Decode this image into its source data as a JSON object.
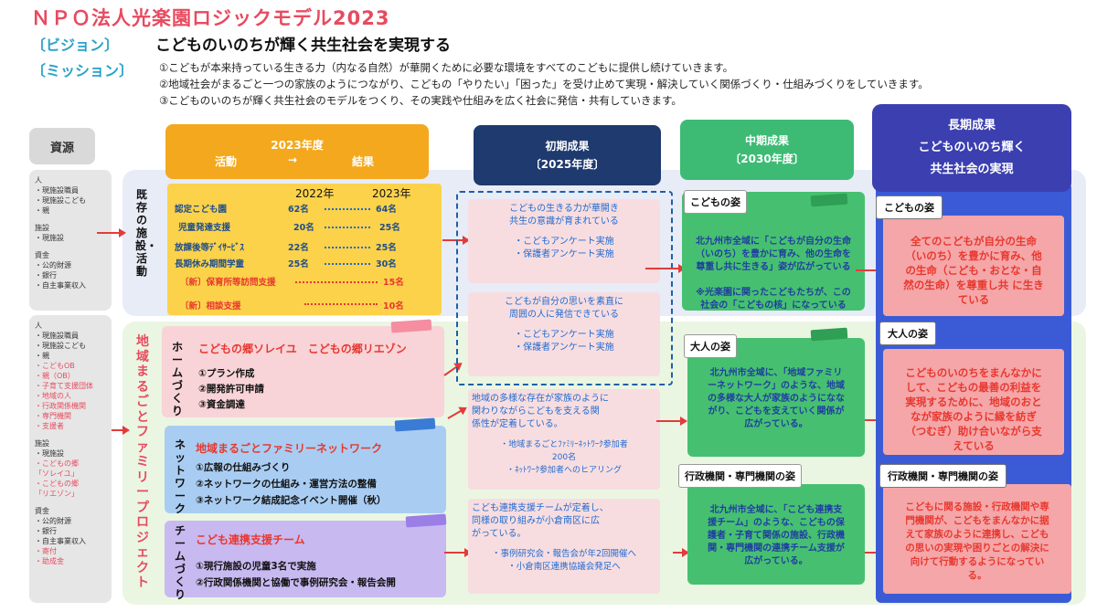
{
  "title": "ＮＰＯ法人光楽園ロジックモデル2023",
  "vision": {
    "label": "〔ビジョン〕",
    "text": "こどものいのちが輝く共生社会を実現する"
  },
  "mission": {
    "label": "〔ミッション〕",
    "lines": [
      "①こどもが本来持っている生きる力（内なる自然）が華開くために必要な環境をすべてのこどもに提供し続けていきます。",
      "②地域社会がまるごと一つの家族のようにつながり、こどもの「やりたい」「困った」を受け止めて実現・解決していく関係づくり・仕組みづくりをしていきます。",
      "③こどものいのちが輝く共生社会のモデルをつくり、その実践や仕組みを広く社会に発信・共有していきます。"
    ]
  },
  "resources": {
    "header": "資源",
    "box1": [
      "人",
      "・現施設職員",
      "・現施設こども",
      "・親",
      "",
      "施設",
      "・現施設",
      "",
      "資金",
      "・公的財源",
      "・銀行",
      "・自主事業収入"
    ],
    "box2_black": [
      "人",
      "・現施設職員",
      "・現施設こども",
      "・親"
    ],
    "box2_red_a": [
      "・こどもOB",
      "・親（OB）",
      "・子育て支援団体",
      "・地域の人",
      "・行政関係機関",
      "・専門機関",
      "・支援者"
    ],
    "box2_black_b": [
      "施設",
      "・現施設"
    ],
    "box2_red_b": [
      "・こどもの郷",
      "「ソレイユ」",
      "・こどもの郷",
      "「リエゾン」"
    ],
    "box2_black_c": [
      "資金",
      "・公的財源",
      "・銀行",
      "・自主事業収入"
    ],
    "box2_red_c": [
      "・寄付",
      "・助成金"
    ]
  },
  "activities": {
    "header_l1": "2023年度",
    "header_l2a": "活動",
    "header_arrow": "→",
    "header_l2b": "結果",
    "existing_label": "既存の施設・活動",
    "year_a": "2022年",
    "year_b": "2023年",
    "rows": [
      {
        "name": "認定こども園",
        "a": "62名",
        "b": "64名"
      },
      {
        "name": "児童発達支援",
        "a": "20名",
        "b": "25名"
      },
      {
        "name": "放課後等ﾃﾞｲｻｰﾋﾞｽ",
        "a": "22名",
        "b": "25名"
      },
      {
        "name": "長期休み期間学童",
        "a": "25名",
        "b": "30名"
      }
    ],
    "new_rows": [
      {
        "name": "〔新〕保育所等訪問支援",
        "b": "15名"
      },
      {
        "name": "〔新〕相談支援",
        "b": "10名"
      }
    ],
    "project_label": "地域まるごとファミリープロジェクト",
    "home": {
      "vlabel": "ホームづくり",
      "title": "こどもの郷ソレイユ　こどもの郷リエゾン",
      "items": [
        "①プラン作成",
        "②開発許可申請",
        "③資金調達"
      ]
    },
    "network": {
      "vlabel": "ネットワーク",
      "title": "地域まるごとファミリーネットワーク",
      "items": [
        "①広報の仕組みづくり",
        "②ネットワークの仕組み・運営方法の整備",
        "③ネットワーク結成記念イベント開催（秋）"
      ]
    },
    "team": {
      "vlabel": "チームづくり",
      "title": "こども連携支援チーム",
      "items": [
        "①現行施設の児童3名で実施",
        "②行政関係機関と協働で事例研究会・報告会開"
      ]
    }
  },
  "initial": {
    "header_l1": "初期成果",
    "header_l2": "〔2025年度〕",
    "o1": [
      "こどもの生きる力が華開き",
      "共生の意識が育まれている",
      "",
      "・こどもアンケート実施",
      "・保護者アンケート実施"
    ],
    "o2": [
      "こどもが自分の思いを素直に",
      "周囲の人に発信できている",
      "",
      "・こどもアンケート実施",
      "・保護者アンケート実施"
    ],
    "o3": [
      "地域の多様な存在が家族のように",
      "関わりながらこどもを支える関",
      "係性が定着している。",
      "",
      "・地域まるごとﾌｧﾐﾘｰﾈｯﾄﾜｰｸ参加者",
      "200名",
      "・ﾈｯﾄﾜｰｸ参加者へのヒアリング"
    ],
    "o4": [
      "こども連携支援チームが定着し、",
      "同様の取り組みが小倉南区に広",
      "がっている。",
      "",
      "・事例研究会・報告会が年2回開催へ",
      "・小倉南区連携協議会発足へ"
    ]
  },
  "mid": {
    "header_l1": "中期成果",
    "header_l2": "〔2030年度〕",
    "c1": {
      "tag": "こどもの姿",
      "text": [
        "北九州市全域に「こどもが自分の生命",
        "（いのち）を豊かに育み、他の生命を",
        "尊重し共に生きる」姿が広がっている"
      ],
      "note": [
        "※光楽園に関ったこどもたちが、この",
        "社会の「こどもの核」になっている"
      ]
    },
    "c2": {
      "tag": "大人の姿",
      "text": [
        "北九州市全域に、「地域ファミリ",
        "ーネットワーク」のような、地域",
        "の多様な大人が家族のようになな",
        "がり、こどもを支えていく関係が",
        "広がっている。"
      ]
    },
    "c3": {
      "tag": "行政機関・専門機関の姿",
      "text": [
        "北九州市全域に、「こども連携支",
        "援チーム」のような、こどもの保",
        "護者・子育て関係の施設、行政機",
        "関・専門機関の連携チーム支援が",
        "広がっている。"
      ]
    }
  },
  "long": {
    "header_l1": "長期成果",
    "header_l2": "こどものいのち輝く",
    "header_l3": "共生社会の実現",
    "c1": {
      "tag": "こどもの姿",
      "text": [
        "全てのこどもが自分の生命",
        "（いのち）を豊かに育み、他",
        "の生命（こども・おとな・自",
        "然の生命）を尊重し共 に生き",
        "ている"
      ]
    },
    "c2": {
      "tag": "大人の姿",
      "text": [
        "こどものいのちをまんなかに",
        "して、こどもの最善の利益を",
        "実現するために、地域のおと",
        "なが家族のように縁を紡ぎ",
        "（つむぎ）助け合いながら支",
        "えている"
      ]
    },
    "c3": {
      "tag": "行政機関・専門機関の姿",
      "text": [
        "こどもに関る施設・行政機関や専",
        "門機関が、こどもをまんなかに据",
        "えて家族のように連携し、こども",
        "の思いの実現や困りごとの解決に",
        "向けて行動するようになってい",
        "る。"
      ]
    }
  },
  "colors": {
    "accent_red": "#e84a5f",
    "navy": "#1e3a6e",
    "green": "#3dbb74",
    "purple": "#3b3fb0",
    "orange": "#f4a81d"
  }
}
